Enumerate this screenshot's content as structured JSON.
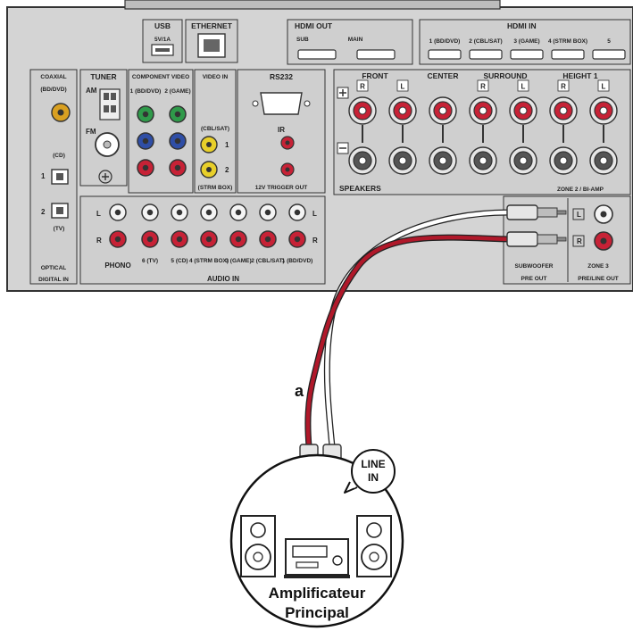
{
  "colors": {
    "panel": "#d4d4d4",
    "panel_dark": "#b8b8b8",
    "line": "#333333",
    "red_cable": "#b0182a",
    "white_cable": "#ffffff",
    "jack_red": "#c72236",
    "jack_green": "#2f9a4a",
    "jack_blue": "#2f4ea6",
    "jack_yellow": "#e8cf2a",
    "jack_orange": "#d9a021",
    "jack_white": "#f4f4f4"
  },
  "panel": {
    "usb": "USB",
    "usb_sub": "5V/1A",
    "ethernet": "ETHERNET",
    "hdmi_out": "HDMI OUT",
    "hdmi_out_sub": "SUB",
    "hdmi_out_zone": "MAIN",
    "hdmi_in": "HDMI IN",
    "hdmi_in_ports": [
      "1 (BD/DVD)",
      "2 (CBL/SAT)",
      "3 (GAME)",
      "4 (STRM BOX)",
      "5"
    ],
    "coaxial": "COAXIAL",
    "coaxial_bd": "(BD/DVD)",
    "tuner": "TUNER",
    "am": "AM",
    "fm": "FM",
    "component": "COMPONENT VIDEO",
    "comp_1": "1 (BD/DVD)",
    "comp_2": "2 (GAME)",
    "video_in": "VIDEO IN",
    "video_cbl": "(CBL/SAT)",
    "video_strm": "(STRM BOX)",
    "rs232": "RS232",
    "ir": "IR",
    "trigger": "12V TRIGGER OUT",
    "speakers": "SPEAKERS",
    "front": "FRONT",
    "center": "CENTER",
    "surround": "SURROUND",
    "height": "HEIGHT 1",
    "zone2": "ZONE 2 / BI-AMP",
    "r": "R",
    "l": "L",
    "optical_cd": "(CD)",
    "optical_tv": "(TV)",
    "optical": "OPTICAL",
    "digital_in": "DIGITAL IN",
    "phono": "PHONO",
    "audio_in": "AUDIO IN",
    "audio_cols": [
      "6 (TV)",
      "5 (CD)",
      "4 (STRM BOX)",
      "3 (GAME)",
      "2 (CBL/SAT)",
      "1 (BD/DVD)"
    ],
    "subwoofer": "SUBWOOFER",
    "pre_out": "PRE OUT",
    "zone3": "ZONE 3",
    "pre_line_out": "PRE/LINE OUT"
  },
  "cable_label": "a",
  "bubble_label_1": "LINE",
  "bubble_label_2": "IN",
  "amp_label_1": "Amplificateur",
  "amp_label_2": "Principal"
}
